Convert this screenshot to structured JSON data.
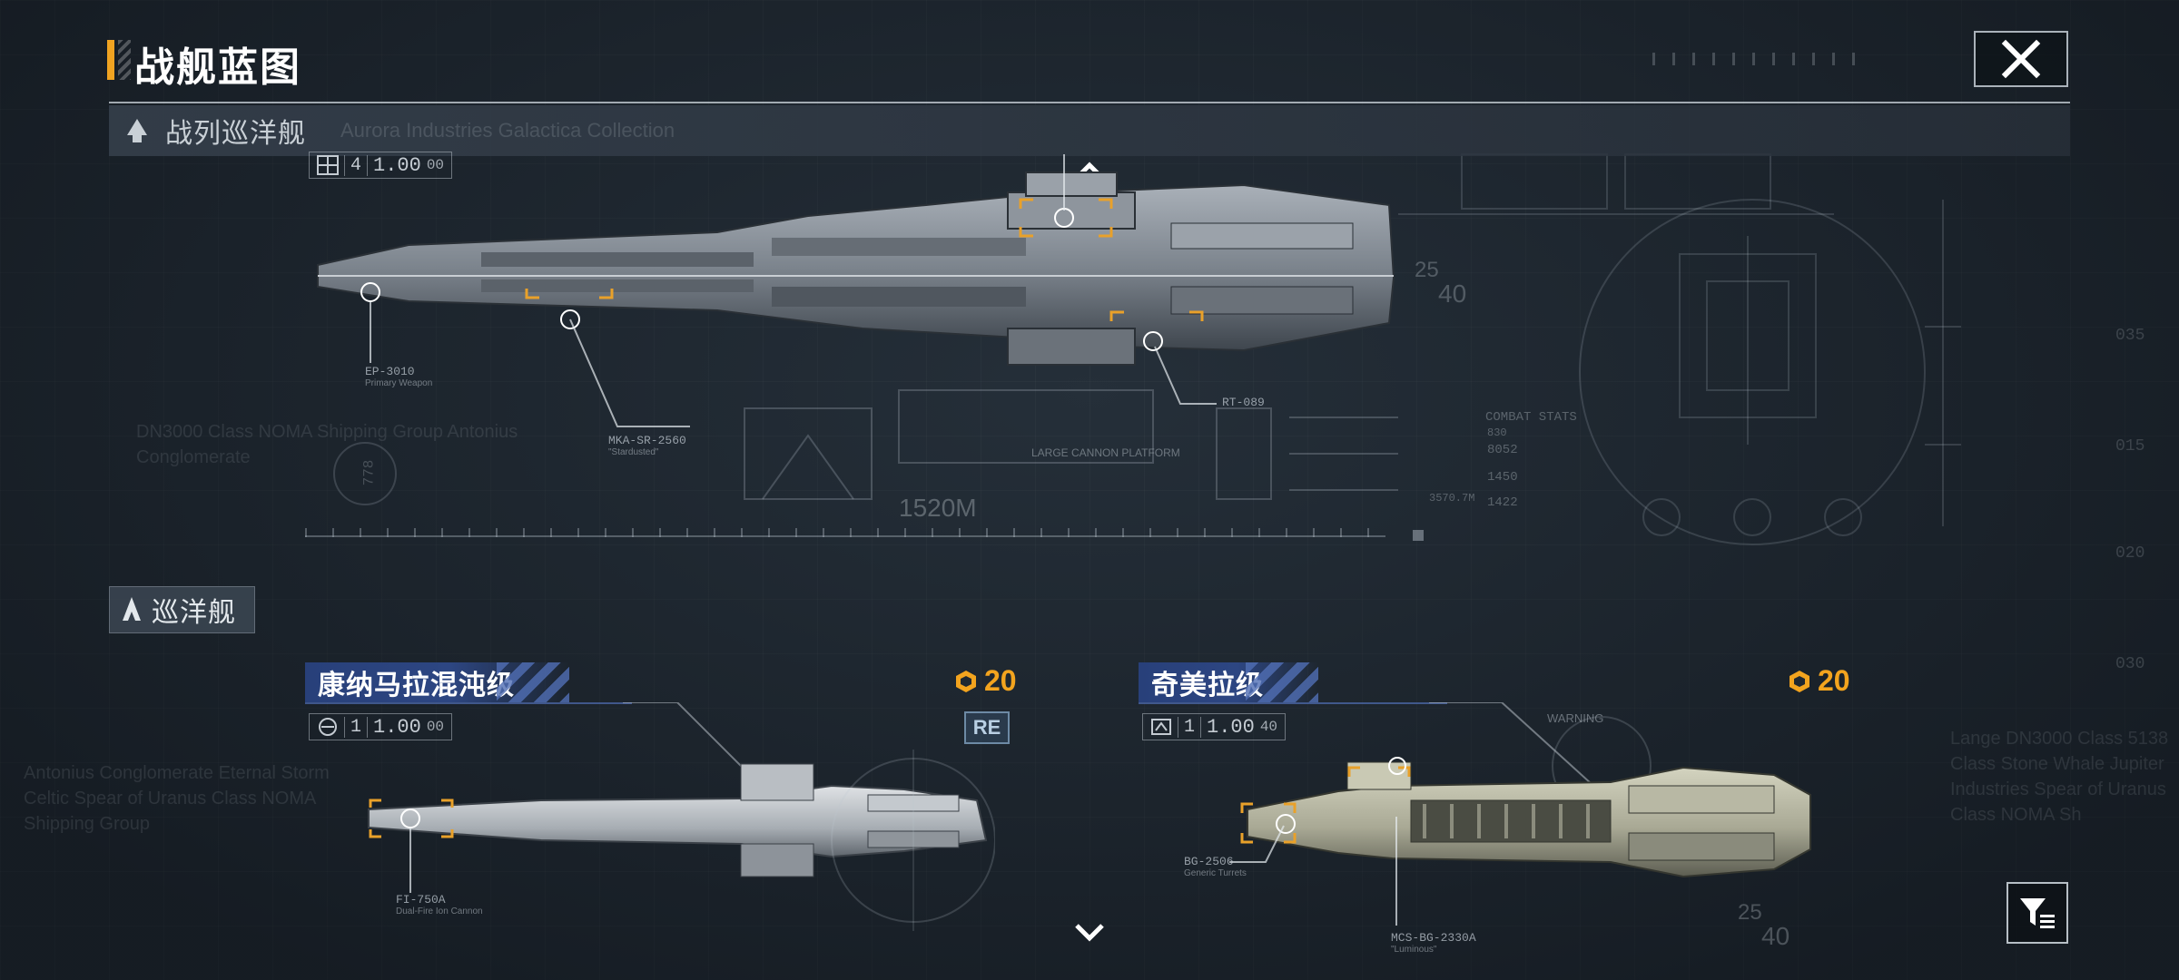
{
  "header": {
    "title": "战舰蓝图",
    "close_icon": "close-icon",
    "filter_icon": "filter-list-icon"
  },
  "sections": {
    "battlecruiser": {
      "label": "战列巡洋舰",
      "ghost": "Aurora Industries Galactica Collection",
      "scale": {
        "level": "4",
        "value": "1.00",
        "sub": "00"
      },
      "callouts": [
        {
          "code": "EP-3010",
          "sub": "Primary Weapon"
        },
        {
          "code": "MKA-SR-2560",
          "sub": "\"Stardusted\""
        },
        {
          "code": "RT-089",
          "sub": ""
        }
      ],
      "decor": {
        "platform": "LARGE CANNON PLATFORM",
        "length": "1520M",
        "ghost_class": "DN3000 Class NOMA Shipping Group Antonius Conglomerate",
        "combat_label": "COMBAT STATS",
        "stat_a": "8052",
        "stat_b": "1450",
        "stat_c": "1422",
        "stat_top": "830",
        "dim": "3570.7M",
        "dim2": "40",
        "dim3": "25",
        "gauge": "778",
        "ruler_ticks": [
          "035",
          "015",
          "020",
          "030"
        ]
      }
    },
    "cruiser": {
      "label": "巡洋舰",
      "cards": [
        {
          "name": "康纳马拉混沌级",
          "cost": "20",
          "badge": "RE",
          "scale": {
            "level": "1",
            "value": "1.00",
            "sub": "00"
          },
          "callout": {
            "code": "FI-750A",
            "sub": "Dual-Fire Ion Cannon"
          }
        },
        {
          "name": "奇美拉级",
          "cost": "20",
          "scale": {
            "level": "1",
            "value": "1.00",
            "sub": "40"
          },
          "callouts": [
            {
              "code": "BG-2506",
              "sub": "Generic Turrets"
            },
            {
              "code": "MCS-BG-2330A",
              "sub": "\"Luminous\""
            }
          ],
          "warning": "WARNING",
          "dim": "25",
          "dim2": "40"
        }
      ],
      "ghost_left": "Antonius Conglomerate Eternal Storm Celtic Spear of Uranus Class NOMA Shipping Group",
      "ghost_right": "Lange DN3000 Class 5138 Class Stone Whale Jupiter Industries Spear of Uranus Class NOMA Sh"
    }
  },
  "colors": {
    "accent": "#f0a321",
    "name_bar": "#2d4682",
    "bg": "#1f2831"
  }
}
